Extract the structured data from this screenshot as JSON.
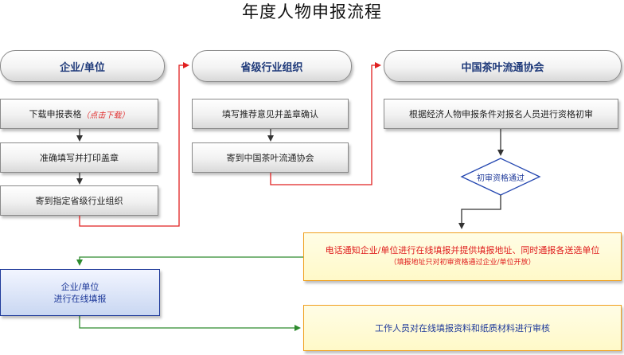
{
  "title": "年度人物申报流程",
  "columns": {
    "col1_header": "企业/单位",
    "col2_header": "省级行业组织",
    "col3_header": "中国茶叶流通协会"
  },
  "col1_steps": {
    "step1": "下载申报表格",
    "step1_note": "（点击下载）",
    "step2": "准确填写并打印盖章",
    "step3": "寄到指定省级行业组织"
  },
  "col2_steps": {
    "step1": "填写推荐意见并盖章确认",
    "step2": "寄到中国茶叶流通协会"
  },
  "col3_steps": {
    "step1": "根据经济人物申报条件对报名人员进行资格初审",
    "decision": "初审资格通过"
  },
  "notify": {
    "line1": "电话通知企业/单位进行在线填报并提供填报地址、同时通报各送选单位",
    "line2": "（填报地址只对初审资格通过企业/单位开放）"
  },
  "online": {
    "line1": "企业/单位",
    "line2": "进行在线填报"
  },
  "review": {
    "label": "工作人员对在线填报资料和纸质材料进行审核"
  },
  "colors": {
    "header_text": "#1f3a7a",
    "red_connector": "#e02020",
    "green_connector": "#2e8b2e",
    "orange_border": "#f0a020",
    "blue_border": "#1f3a9a"
  }
}
